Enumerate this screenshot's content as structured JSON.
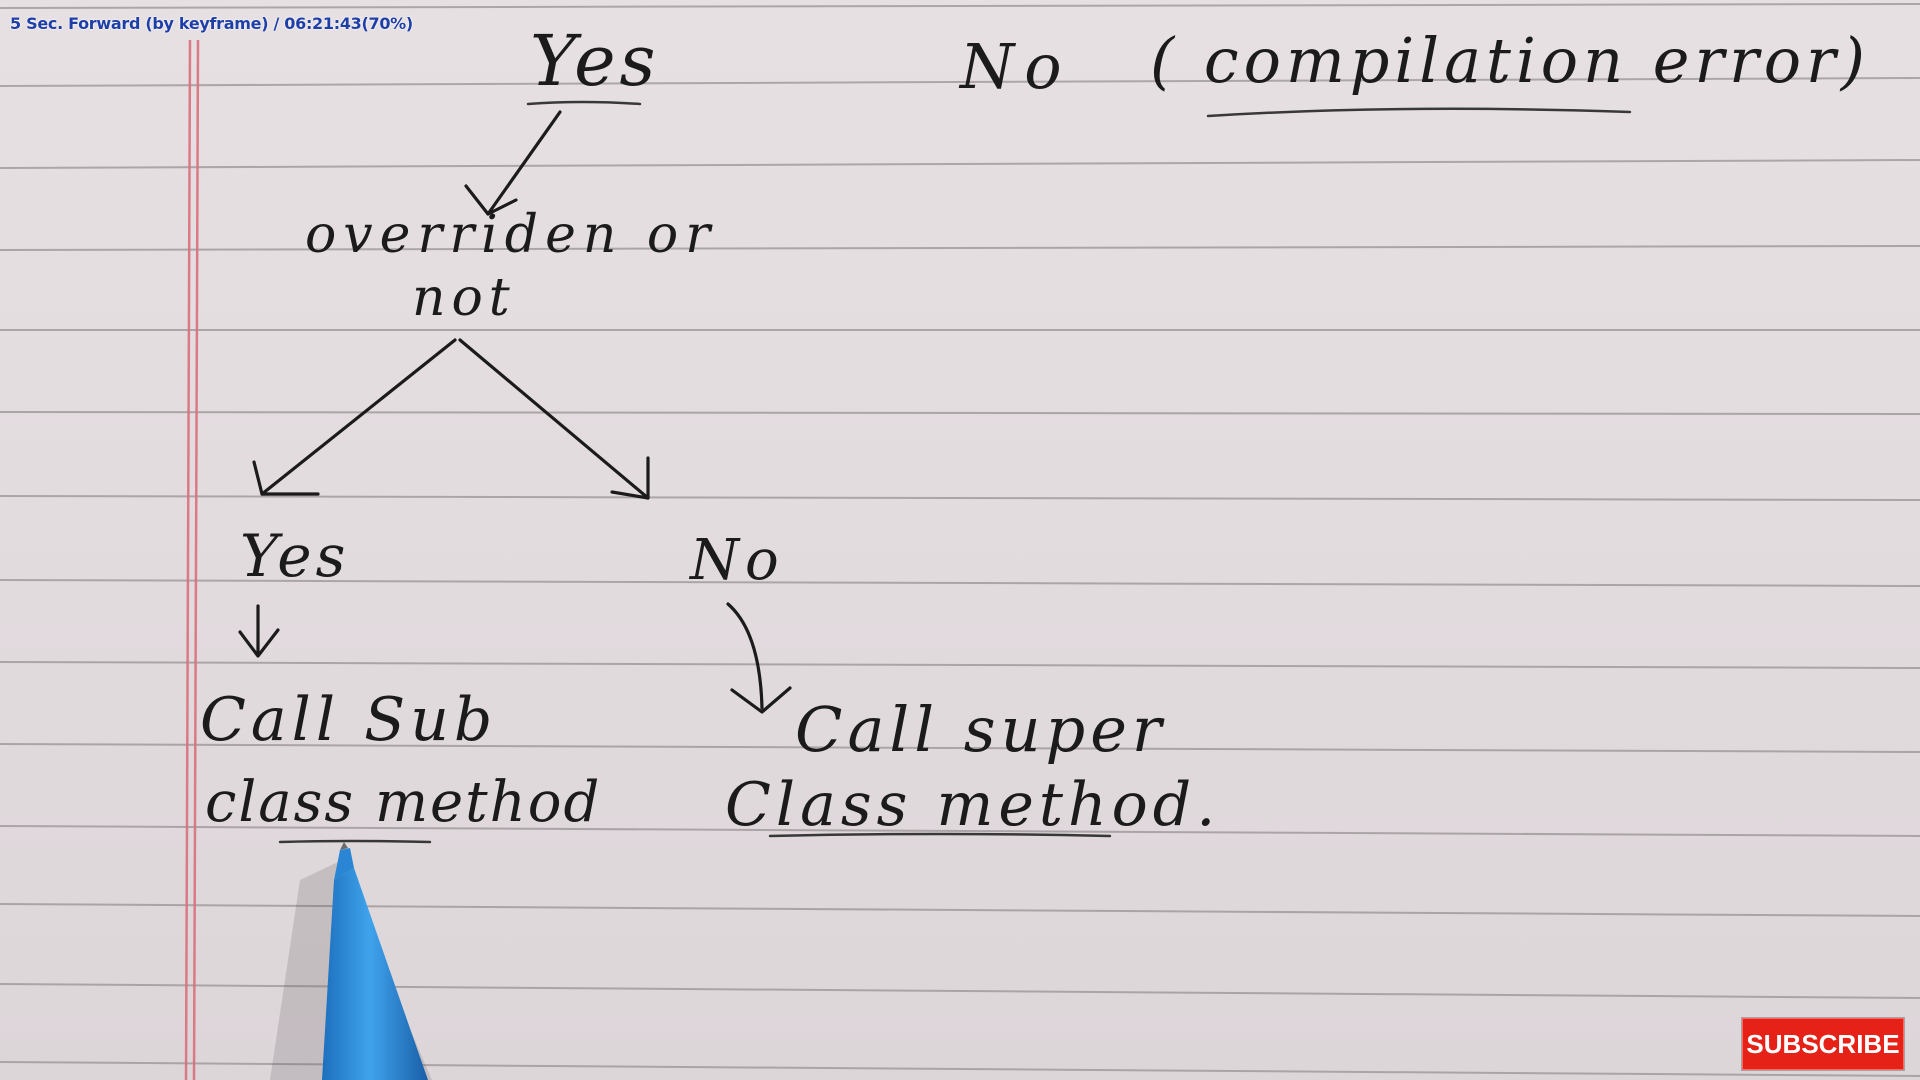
{
  "osd": {
    "text": "5 Sec. Forward (by keyframe) / 06:21:43(70%)"
  },
  "notes": {
    "top_yes": "Yes",
    "top_no": "No",
    "top_no_detail": "( compilation error)",
    "overriden_line1": "overriden or",
    "overriden_line2": "not",
    "branch_yes": "Yes",
    "branch_no": "No",
    "yes_result_line1": "Call Sub",
    "yes_result_line2": "class method",
    "no_result_line1": "Call super",
    "no_result_line2": "Class method."
  },
  "subscribe": {
    "label": "SUBSCRIBE"
  },
  "colors": {
    "ink": "#1b1b1b",
    "margin_line": "#d9707c",
    "rule_line": "#9a9396",
    "subscribe_bg": "#e62117",
    "pen_blue": "#2f8fd9",
    "osd_text": "#1f3fa8"
  },
  "icons": {
    "pen": "blue-pen-icon"
  }
}
